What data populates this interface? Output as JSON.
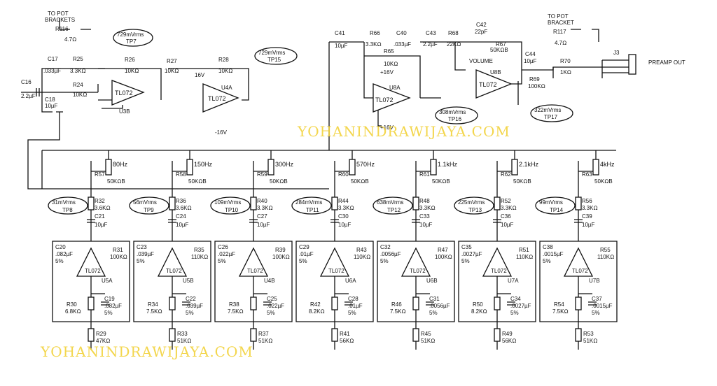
{
  "watermark": "YOHANINDRAWIJAYA.COM",
  "top": {
    "pot_left_label1": "TO POT",
    "pot_left_label2": "BRACKETS",
    "r116": "R116",
    "r116_val": "4.7Ω",
    "pot_right_label1": "TO POT",
    "pot_right_label2": "BRACKET",
    "r117": "R117",
    "r117_val": "4.7Ω",
    "tp7_v": "729mVrms",
    "tp7": "TP7",
    "tp15_v": "729mVrms",
    "tp15": "TP15",
    "tp16_v": "308mVrms",
    "tp16": "TP16",
    "tp17_v": "322mVrms",
    "tp17": "TP17",
    "c16": "C16",
    "c16_val": "2.2µF",
    "c17": "C17",
    "c17_val": ".033µF",
    "c18": "C18",
    "c18_val": "10µF",
    "r25": "R25",
    "r25_val": "3.3KΩ",
    "r24": "R24",
    "r24_val": "10KΩ",
    "r26": "R26",
    "r26_val": "10KΩ",
    "r27": "R27",
    "r27_val": "10KΩ",
    "r28": "R28",
    "r28_val": "10KΩ",
    "u3b_chip": "TL072",
    "u3b": "U3B",
    "u4a_chip": "TL072",
    "u4a": "U4A",
    "c41": "C41",
    "c41_val": "10µF",
    "r66": "R66",
    "r66_val": "3.3KΩ",
    "c40": "C40",
    "c40_val": ".033µF",
    "r65": "R65",
    "r65_val": "10KΩ",
    "c43": "C43",
    "c43_val": "2.2µF",
    "r68": "R68",
    "r68_val": "22KΩ",
    "c42": "C42",
    "c42_val": "22pF",
    "r67": "R67",
    "r67_val": "50KΩB",
    "volume": "VOLUME",
    "c44": "C44",
    "c44_val": "10µF",
    "r70": "R70",
    "r70_val": "1KΩ",
    "r69": "R69",
    "r69_val": "100KΩ",
    "u8a_chip": "TL072",
    "u8a": "U8A",
    "u8b_chip": "TL072",
    "u8b": "U8B",
    "j3": "J3",
    "preamp_out": "PREAMP OUT",
    "v_pos": "+16V",
    "v_neg": "-16V",
    "v_pos2": "16V",
    "v_neg2": "-16V"
  },
  "bands": [
    {
      "freq": "80Hz",
      "pot": "R57",
      "pot_val": "50KΩB",
      "tp_v": "31mVrms",
      "tp": "TP8",
      "r_in": "R32",
      "r_in_val": "3.6KΩ",
      "c_in": "C21",
      "c_in_val": "10µF",
      "c_fb": "C20",
      "c_fb_val": ".082µF",
      "c_fb_tol": "5%",
      "r_fb": "R31",
      "r_fb_val": "100KΩ",
      "chip": "TL072",
      "unit": "U5A",
      "r_g": "R30",
      "r_g_val": "6.8KΩ",
      "c_g": "C19",
      "c_g_val": ".082µF",
      "c_g_tol": "5%",
      "r_out": "R29",
      "r_out_val": "47KΩ"
    },
    {
      "freq": "150Hz",
      "pot": "R58",
      "pot_val": "50KΩB",
      "tp_v": "56mVrms",
      "tp": "TP9",
      "r_in": "R36",
      "r_in_val": "3.6KΩ",
      "c_in": "C24",
      "c_in_val": "10µF",
      "c_fb": "C23",
      "c_fb_val": ".039µF",
      "c_fb_tol": "5%",
      "r_fb": "R35",
      "r_fb_val": "110KΩ",
      "chip": "TL072",
      "unit": "U5B",
      "r_g": "R34",
      "r_g_val": "7.5KΩ",
      "c_g": "C22",
      "c_g_val": ".039µF",
      "c_g_tol": "5%",
      "r_out": "R33",
      "r_out_val": "51KΩ"
    },
    {
      "freq": "300Hz",
      "pot": "R59",
      "pot_val": "50KΩB",
      "tp_v": "109mVrms",
      "tp": "TP10",
      "r_in": "R40",
      "r_in_val": "3.3KΩ",
      "c_in": "C27",
      "c_in_val": "10µF",
      "c_fb": "C26",
      "c_fb_val": ".022µF",
      "c_fb_tol": "5%",
      "r_fb": "R39",
      "r_fb_val": "100KΩ",
      "chip": "TL072",
      "unit": "U4B",
      "r_g": "R38",
      "r_g_val": "7.5KΩ",
      "c_g": "C25",
      "c_g_val": ".022µF",
      "c_g_tol": "5%",
      "r_out": "R37",
      "r_out_val": "51KΩ"
    },
    {
      "freq": "570Hz",
      "pot": "R60",
      "pot_val": "50KΩB",
      "tp_v": "284mVrms",
      "tp": "TP11",
      "r_in": "R44",
      "r_in_val": "3.3KΩ",
      "c_in": "C30",
      "c_in_val": "10µF",
      "c_fb": "C29",
      "c_fb_val": ".01µF",
      "c_fb_tol": "5%",
      "r_fb": "R43",
      "r_fb_val": "110KΩ",
      "chip": "TL072",
      "unit": "U6A",
      "r_g": "R42",
      "r_g_val": "8.2KΩ",
      "c_g": "C28",
      "c_g_val": ".01µF",
      "c_g_tol": "5%",
      "r_out": "R41",
      "r_out_val": "56KΩ"
    },
    {
      "freq": "1.1kHz",
      "pot": "R61",
      "pot_val": "50KΩB",
      "tp_v": "638mVrms",
      "tp": "TP12",
      "r_in": "R48",
      "r_in_val": "3.3KΩ",
      "c_in": "C33",
      "c_in_val": "10µF",
      "c_fb": "C32",
      "c_fb_val": ".0056µF",
      "c_fb_tol": "5%",
      "r_fb": "R47",
      "r_fb_val": "100KΩ",
      "chip": "TL072",
      "unit": "U6B",
      "r_g": "R46",
      "r_g_val": "7.5KΩ",
      "c_g": "C31",
      "c_g_val": ".0056µF",
      "c_g_tol": "5%",
      "r_out": "R45",
      "r_out_val": "51KΩ"
    },
    {
      "freq": "2.1kHz",
      "pot": "R62",
      "pot_val": "50KΩB",
      "tp_v": "225mVrms",
      "tp": "TP13",
      "r_in": "R52",
      "r_in_val": "3.3KΩ",
      "c_in": "C36",
      "c_in_val": "10µF",
      "c_fb": "C35",
      "c_fb_val": ".0027µF",
      "c_fb_tol": "5%",
      "r_fb": "R51",
      "r_fb_val": "110KΩ",
      "chip": "TL072",
      "unit": "U7A",
      "r_g": "R50",
      "r_g_val": "8.2KΩ",
      "c_g": "C34",
      "c_g_val": ".0027µF",
      "c_g_tol": "5%",
      "r_out": "R49",
      "r_out_val": "56KΩ"
    },
    {
      "freq": "4kHz",
      "pot": "R63",
      "pot_val": "50KΩB",
      "tp_v": "99mVrms",
      "tp": "TP14",
      "r_in": "R56",
      "r_in_val": "3.3KΩ",
      "c_in": "C39",
      "c_in_val": "10µF",
      "c_fb": "C38",
      "c_fb_val": ".0015µF",
      "c_fb_tol": "5%",
      "r_fb": "R55",
      "r_fb_val": "110KΩ",
      "chip": "TL072",
      "unit": "U7B",
      "r_g": "R54",
      "r_g_val": "7.5KΩ",
      "c_g": "C37",
      "c_g_val": ".0015µF",
      "c_g_tol": "5%",
      "r_out": "R53",
      "r_out_val": "51KΩ"
    }
  ]
}
